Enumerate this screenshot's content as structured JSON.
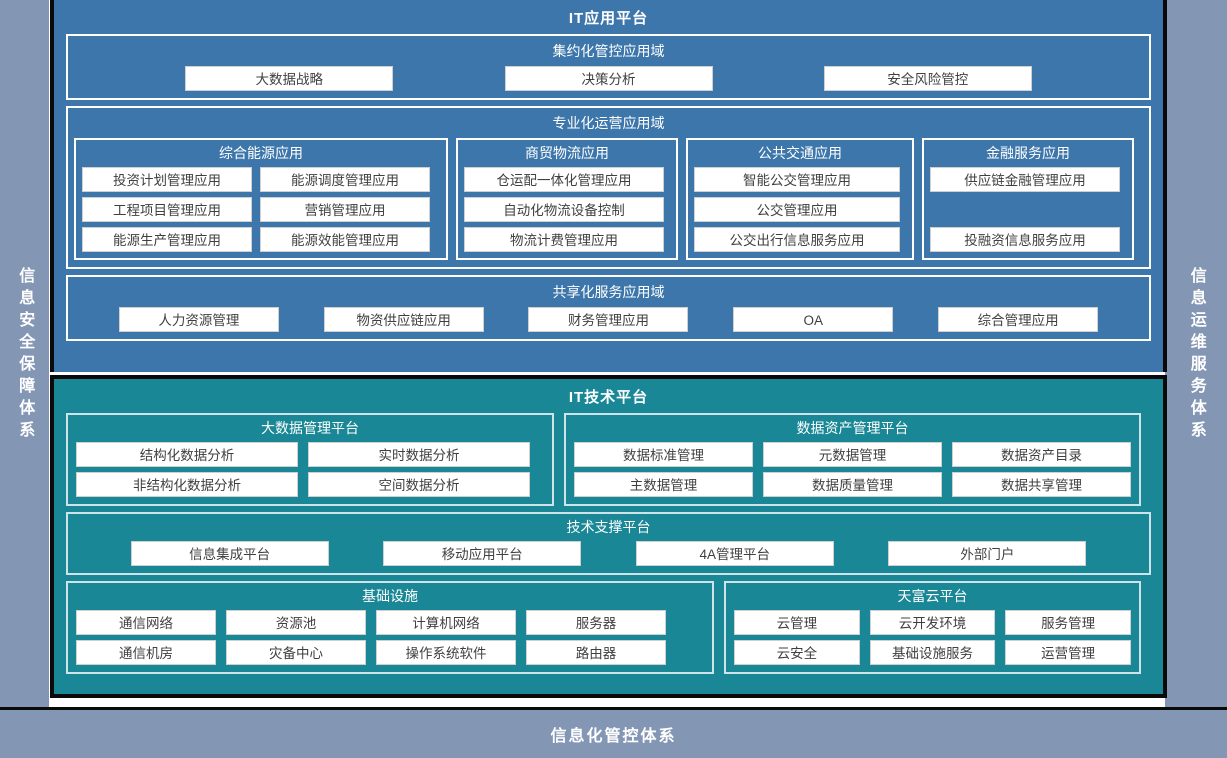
{
  "sides": {
    "left_label": "信息安全保障体系",
    "right_label": "信息运维服务体系"
  },
  "footer": {
    "label": "信息化管控体系"
  },
  "app_platform": {
    "title": "IT应用平台",
    "domains": [
      {
        "title": "集约化管控应用域",
        "items": [
          "大数据战略",
          "决策分析",
          "安全风险管控"
        ]
      },
      {
        "title": "专业化运营应用域",
        "groups": [
          {
            "title": "综合能源应用",
            "rows": [
              [
                "投资计划管理应用",
                "能源调度管理应用"
              ],
              [
                "工程项目管理应用",
                "营销管理应用"
              ],
              [
                "能源生产管理应用",
                "能源效能管理应用"
              ]
            ]
          },
          {
            "title": "商贸物流应用",
            "rows": [
              [
                "仓运配一体化管理应用"
              ],
              [
                "自动化物流设备控制"
              ],
              [
                "物流计费管理应用"
              ]
            ]
          },
          {
            "title": "公共交通应用",
            "rows": [
              [
                "智能公交管理应用"
              ],
              [
                "公交管理应用"
              ],
              [
                "公交出行信息服务应用"
              ]
            ]
          },
          {
            "title": "金融服务应用",
            "rows": [
              [
                "供应链金融管理应用"
              ],
              [
                ""
              ],
              [
                "投融资信息服务应用"
              ]
            ]
          }
        ]
      },
      {
        "title": "共享化服务应用域",
        "items": [
          "人力资源管理",
          "物资供应链应用",
          "财务管理应用",
          "OA",
          "综合管理应用"
        ]
      }
    ]
  },
  "tech_platform": {
    "title": "IT技术平台",
    "panels_row1": [
      {
        "title": "大数据管理平台",
        "rows": [
          [
            "结构化数据分析",
            "实时数据分析"
          ],
          [
            "非结构化数据分析",
            "空间数据分析"
          ]
        ]
      },
      {
        "title": "数据资产管理平台",
        "rows": [
          [
            "数据标准管理",
            "元数据管理",
            "数据资产目录"
          ],
          [
            "主数据管理",
            "数据质量管理",
            "数据共享管理"
          ]
        ]
      }
    ],
    "support": {
      "title": "技术支撑平台",
      "items": [
        "信息集成平台",
        "移动应用平台",
        "4A管理平台",
        "外部门户"
      ]
    },
    "panels_row2": [
      {
        "title": "基础设施",
        "rows": [
          [
            "通信网络",
            "资源池",
            "计算机网络",
            "服务器"
          ],
          [
            "通信机房",
            "灾备中心",
            "操作系统软件",
            "路由器"
          ]
        ]
      },
      {
        "title": "天富云平台",
        "rows": [
          [
            "云管理",
            "云开发环境",
            "服务管理"
          ],
          [
            "云安全",
            "基础设施服务",
            "运营管理"
          ]
        ]
      }
    ]
  },
  "colors": {
    "blue": "#3d76ab",
    "teal": "#198795",
    "side": "#8396b4",
    "chip_bg": "#ffffff",
    "chip_text": "#404040"
  }
}
